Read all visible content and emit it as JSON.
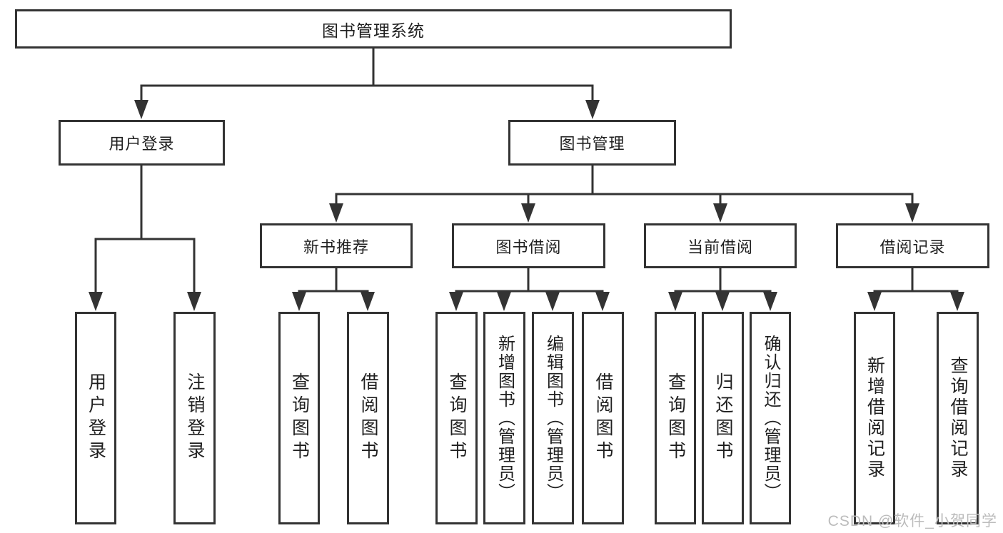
{
  "diagram": {
    "root": {
      "label": "图书管理系统"
    },
    "branches": [
      {
        "label": "用户登录",
        "children": [
          {
            "label": "用户登录"
          },
          {
            "label": "注销登录"
          }
        ]
      },
      {
        "label": "图书管理",
        "children": [
          {
            "label": "新书推荐",
            "children": [
              {
                "label": "查询图书"
              },
              {
                "label": "借阅图书"
              }
            ]
          },
          {
            "label": "图书借阅",
            "children": [
              {
                "label": "查询图书"
              },
              {
                "label": "新增图书（管理员）"
              },
              {
                "label": "编辑图书（管理员）"
              },
              {
                "label": "借阅图书"
              }
            ]
          },
          {
            "label": "当前借阅",
            "children": [
              {
                "label": "查询图书"
              },
              {
                "label": "归还图书"
              },
              {
                "label": "确认归还（管理员）"
              }
            ]
          },
          {
            "label": "借阅记录",
            "children": [
              {
                "label": "新增借阅记录"
              },
              {
                "label": "查询借阅记录"
              }
            ]
          }
        ]
      }
    ],
    "watermark": "CSDN @软件_小贺同学",
    "colors": {
      "line": "#333333",
      "text": "#1f1f1f",
      "background": "#ffffff",
      "watermark": "#bcbcbc"
    }
  }
}
